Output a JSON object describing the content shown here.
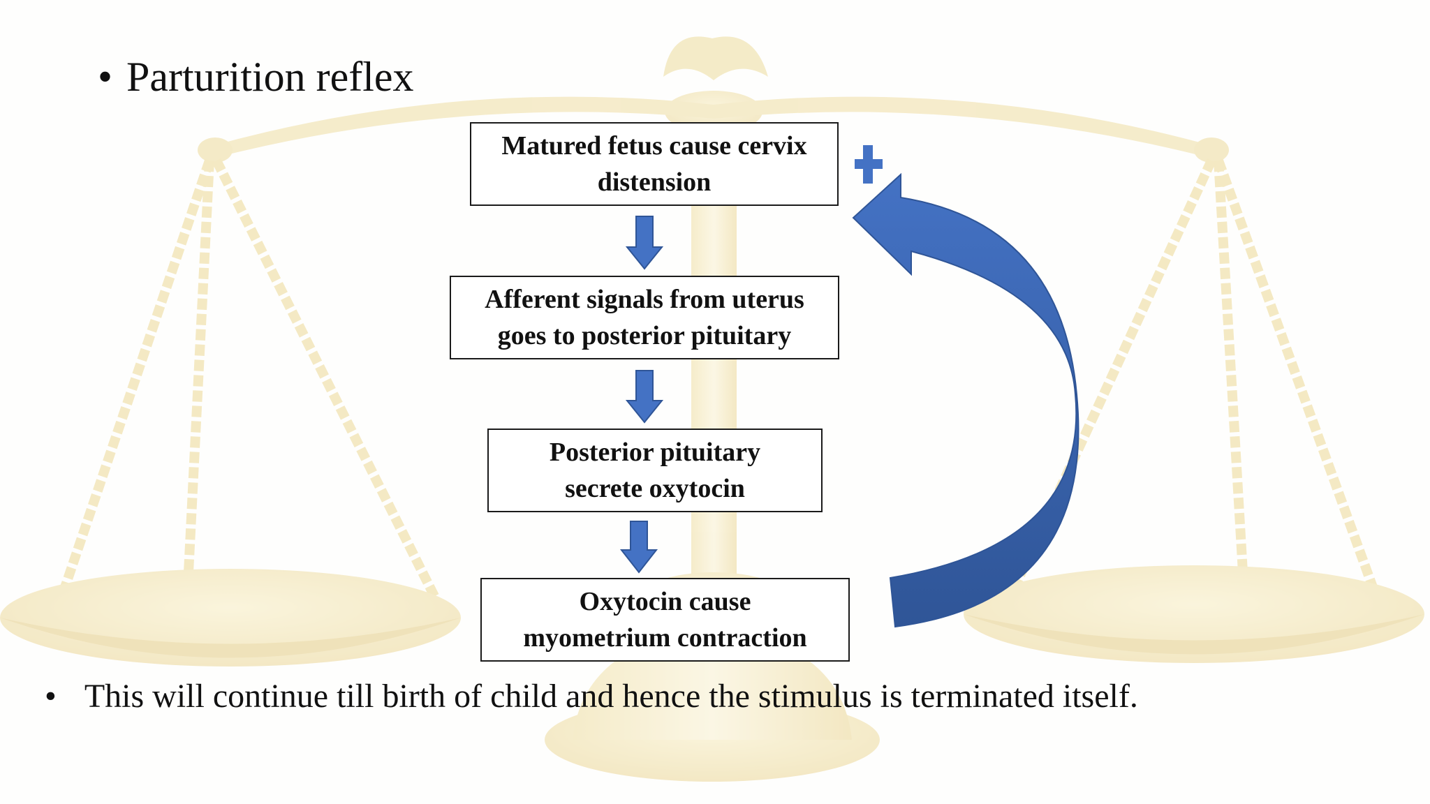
{
  "title_bullet": {
    "marker": "•",
    "text": "Parturition reflex"
  },
  "flow_steps": [
    {
      "line1": "Matured fetus cause cervix",
      "line2": "distension"
    },
    {
      "line1": "Afferent signals from uterus",
      "line2": "goes to posterior pituitary"
    },
    {
      "line1": "Posterior pituitary",
      "line2": "secrete oxytocin"
    },
    {
      "line1": "Oxytocin cause",
      "line2": "myometrium contraction"
    }
  ],
  "feedback_sign": "+",
  "footer_bullet": {
    "marker": "•",
    "text": "This will continue till birth of child and hence the stimulus is terminated itself."
  },
  "colors": {
    "arrow_blue": "#4472c4",
    "arrow_dark": "#2f5597",
    "background_scale": "#e8d27a"
  },
  "background_image": "balance-scale-watermark"
}
